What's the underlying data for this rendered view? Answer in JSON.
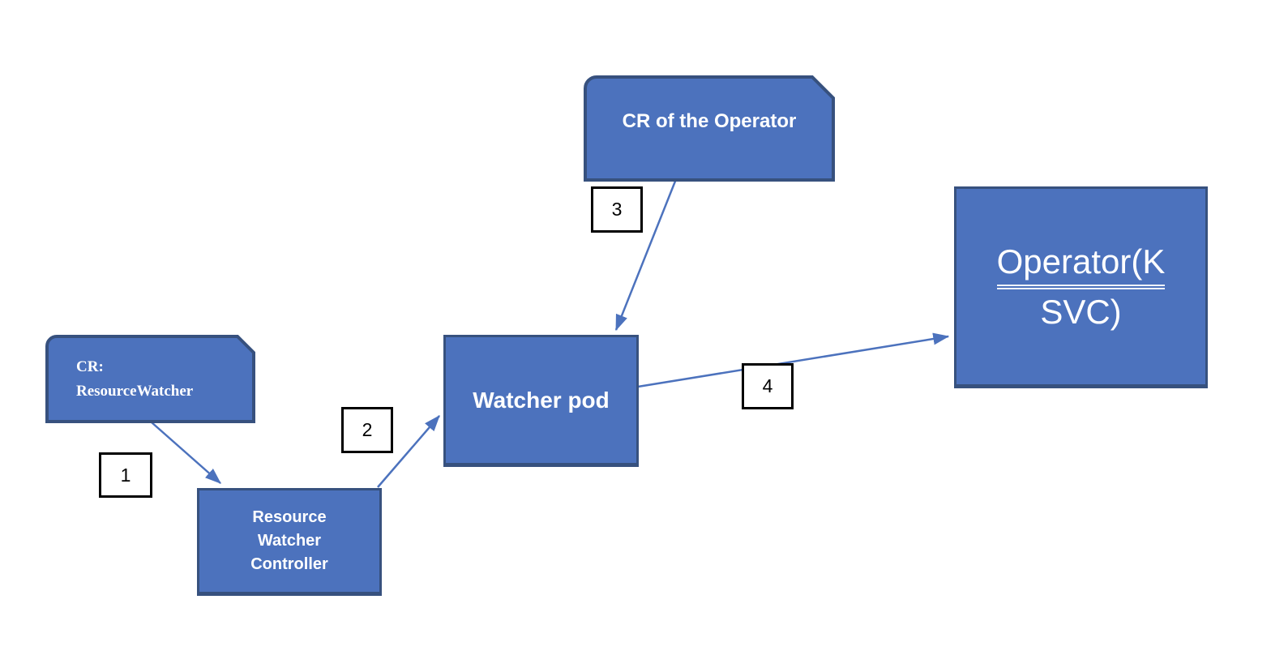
{
  "diagram": {
    "nodes": {
      "cr_of_operator": {
        "label": "CR of the Operator"
      },
      "operator_ksvc": {
        "lines": [
          "Operator(K",
          "SVC)"
        ]
      },
      "cr_resourcewatcher": {
        "lines": [
          "CR:",
          "ResourceWatcher"
        ]
      },
      "watcher_pod": {
        "label": "Watcher pod"
      },
      "resource_watcher_controller": {
        "lines": [
          "Resource",
          "Watcher",
          "Controller"
        ]
      }
    },
    "edges": [
      {
        "step": "1",
        "from": "cr_resourcewatcher",
        "to": "resource_watcher_controller"
      },
      {
        "step": "2",
        "from": "resource_watcher_controller",
        "to": "watcher_pod"
      },
      {
        "step": "3",
        "from": "cr_of_operator",
        "to": "watcher_pod"
      },
      {
        "step": "4",
        "from": "watcher_pod",
        "to": "operator_ksvc"
      }
    ],
    "colors": {
      "node_fill": "#4C72BD",
      "node_border": "#37517E",
      "node_text": "#FFFFFF",
      "arrow": "#4C72BD",
      "step_box_fill": "#FFFFFF",
      "step_box_border": "#000000",
      "step_text": "#000000",
      "background": "#FFFFFF"
    }
  }
}
